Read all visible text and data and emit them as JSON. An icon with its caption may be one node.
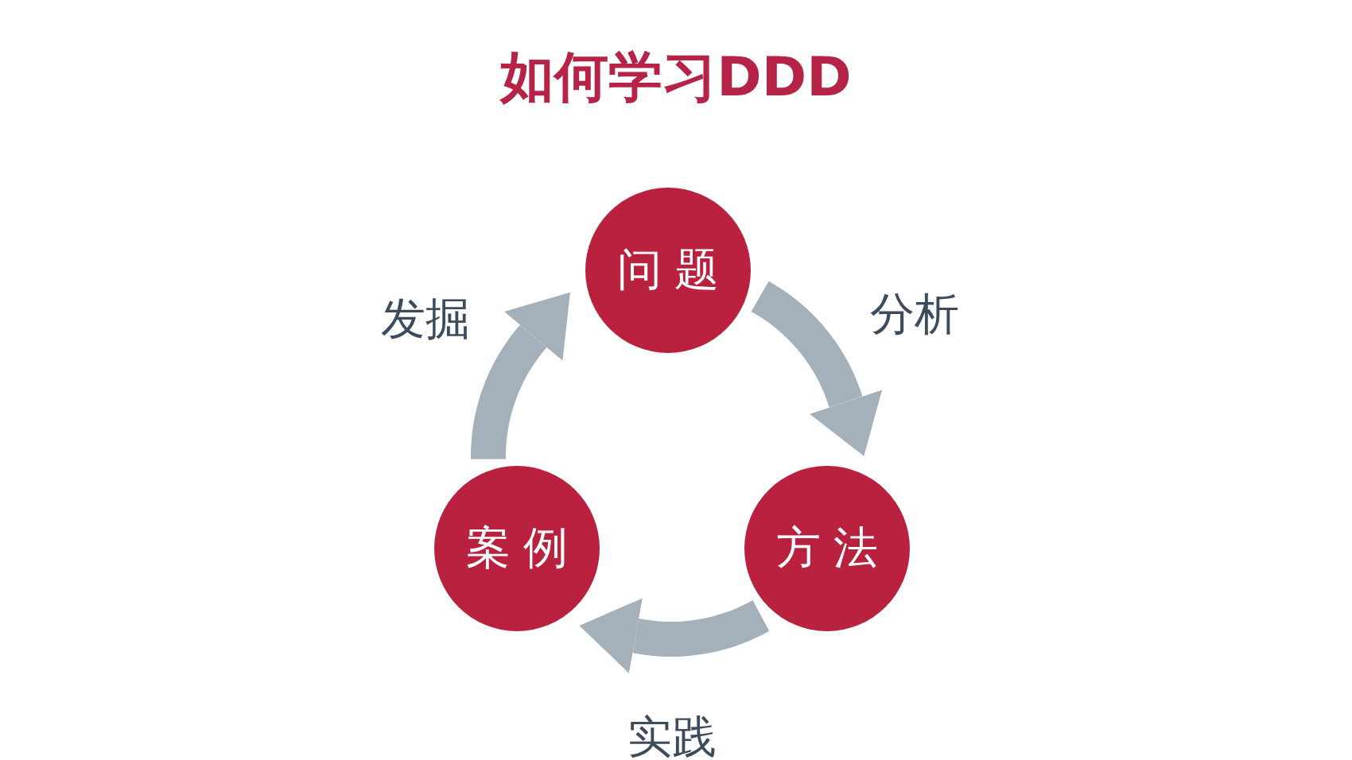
{
  "diagram": {
    "title": "如何学习DDD",
    "nodes": [
      {
        "text": [
          "问题"
        ]
      },
      {
        "text": [
          "方法"
        ]
      },
      {
        "text": [
          "案例"
        ]
      }
    ],
    "edges": [
      {
        "from": 0,
        "to": 1,
        "arrow": "to",
        "label": "分析"
      },
      {
        "from": 1,
        "to": 2,
        "arrow": "to",
        "label": "实践"
      },
      {
        "from": 2,
        "to": 0,
        "arrow": "to",
        "label": "发掘"
      }
    ]
  }
}
